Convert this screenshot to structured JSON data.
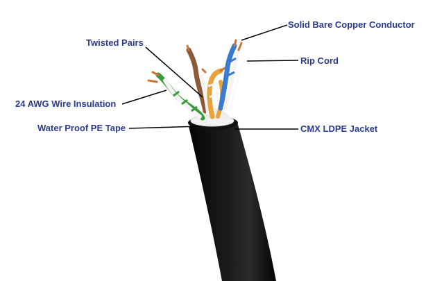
{
  "colors": {
    "label_text": "#2a3a8c",
    "leader_line": "#000000",
    "jacket": "#0d0d0d",
    "pe_tape": "#f2f2f2",
    "copper": "#c8743a",
    "pair_orange": "#e8a33a",
    "pair_green": "#3a9a3a",
    "pair_blue": "#3a7ad0",
    "pair_brown": "#8a5a3a"
  },
  "labels": {
    "solid_bare_copper_conductor": "Solid Bare Copper Conductor",
    "twisted_pairs": "Twisted Pairs",
    "rip_cord": "Rip Cord",
    "awg_wire_insulation": "24 AWG Wire Insulation",
    "water_proof_pe_tape": "Water Proof PE Tape",
    "cmx_ldpe_jacket": "CMX LDPE Jacket"
  }
}
